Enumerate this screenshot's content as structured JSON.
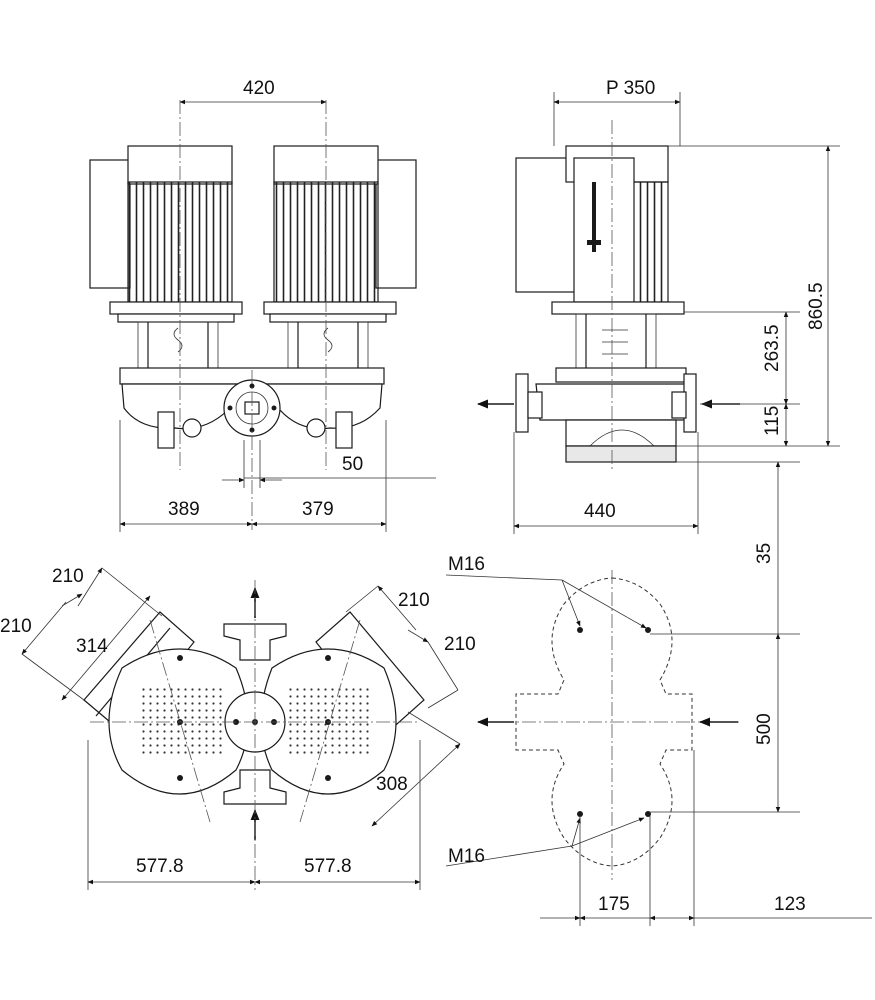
{
  "dimensions": {
    "motor_spacing": "420",
    "motor_depth": "P 350",
    "total_height": "860.5",
    "pump_height": "263.5",
    "flange_height": "115",
    "offset_small": "50",
    "left_width": "389",
    "right_width": "379",
    "side_width": "440",
    "base_35": "35",
    "port_210_a": "210",
    "port_210_b": "210",
    "port_210_c": "210",
    "port_210_d": "210",
    "diag_314": "314",
    "diag_308": "308",
    "top_left_577": "577.8",
    "top_right_577": "577.8",
    "bolt_top": "M16",
    "bolt_bottom": "M16",
    "base_500": "500",
    "base_175": "175",
    "base_123": "123"
  }
}
